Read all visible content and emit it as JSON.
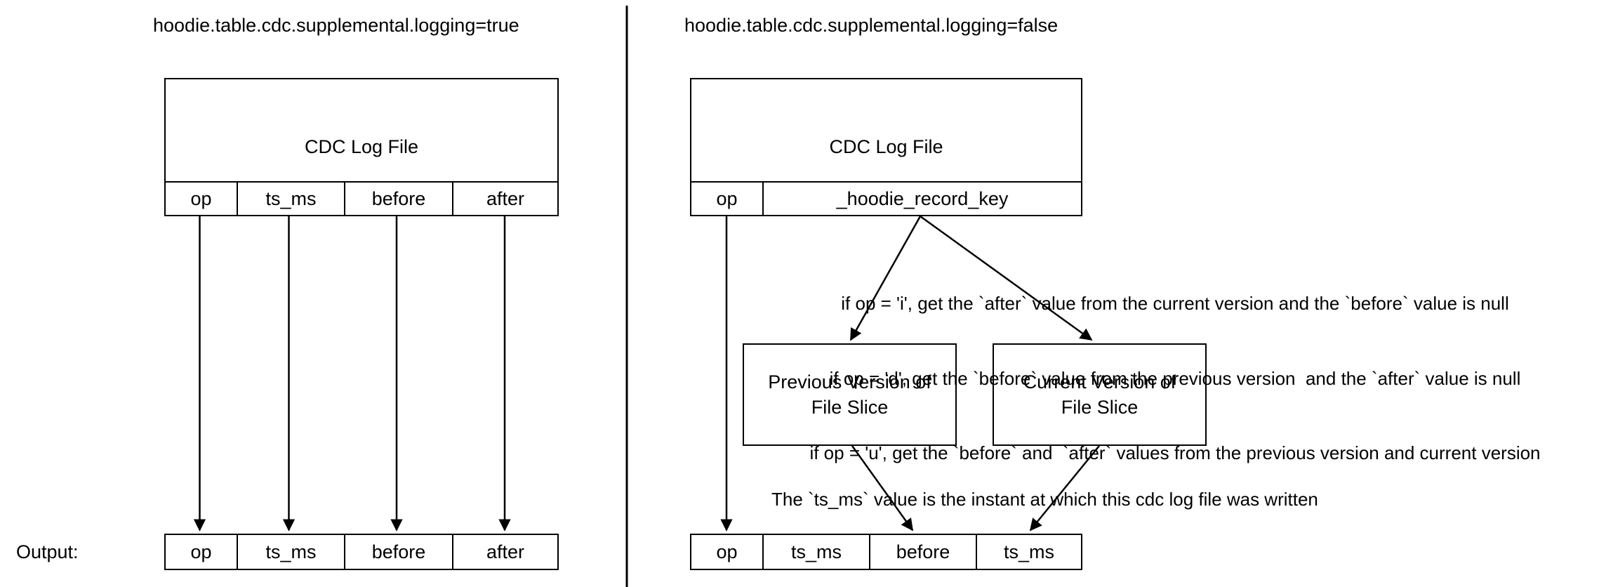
{
  "left": {
    "title": "hoodie.table.cdc.supplemental.logging=true",
    "cdc_box_label": "CDC Log File",
    "columns": [
      "op",
      "ts_ms",
      "before",
      "after"
    ],
    "output_label": "Output:",
    "output_columns": [
      "op",
      "ts_ms",
      "before",
      "after"
    ]
  },
  "right": {
    "title": "hoodie.table.cdc.supplemental.logging=false",
    "cdc_box_label": "CDC Log File",
    "columns": [
      "op",
      "_hoodie_record_key"
    ],
    "conditions": [
      "if op = 'i', get the `after` value from the current version and the `before` value is null",
      "if op = 'd', get the `before` value from the previous version  and the `after` value is null",
      "if op = 'u', get the `before` and  `after` values from the previous version and current version"
    ],
    "previous_box": {
      "line1": "Previous Version of",
      "line2": "File Slice"
    },
    "current_box": {
      "line1": "Current Version of",
      "line2": "File Slice"
    },
    "note": "The `ts_ms` value is the instant at which this cdc log file was written",
    "output_columns": [
      "op",
      "ts_ms",
      "before",
      "ts_ms"
    ]
  },
  "colors": {
    "line": "#000000",
    "background": "#ffffff"
  }
}
